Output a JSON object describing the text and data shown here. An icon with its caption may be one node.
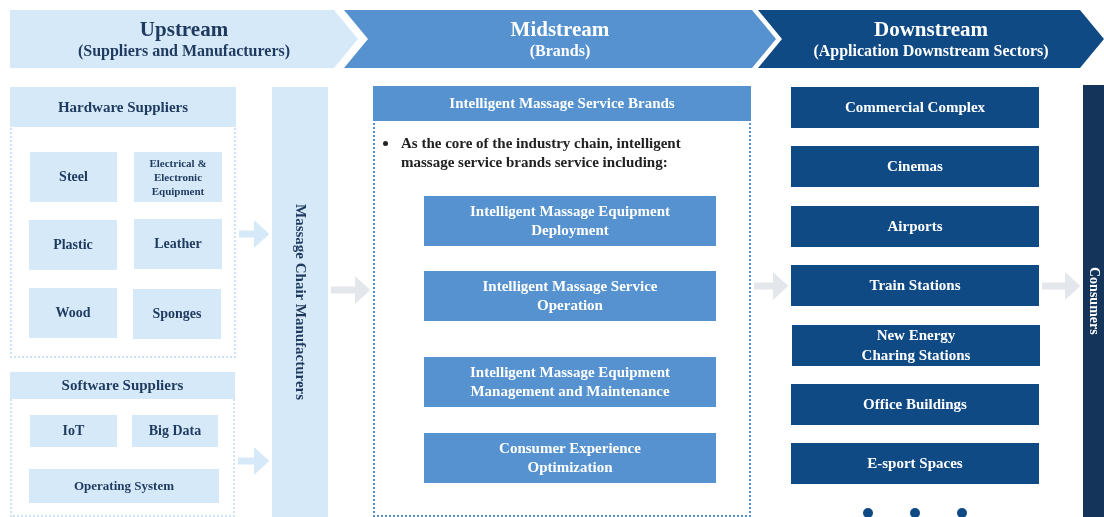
{
  "diagram": {
    "nodes": [
      {
        "text": [
          "Upstream",
          "(Suppliers and Manufacturers)"
        ]
      },
      {
        "text": [
          "Midstream",
          "(Brands)"
        ]
      },
      {
        "text": [
          "Downstream",
          "(Application Downstream Sectors)"
        ]
      },
      {
        "text": [
          "Hardware Suppliers"
        ]
      },
      {
        "text": [
          "Steel"
        ],
        "in": 3
      },
      {
        "text": [
          "Electrical & Electronic Equipment"
        ],
        "in": 3
      },
      {
        "text": [
          "Plastic"
        ],
        "in": 3
      },
      {
        "text": [
          "Leather"
        ],
        "in": 3
      },
      {
        "text": [
          "Wood"
        ],
        "in": 3
      },
      {
        "text": [
          "Sponges"
        ],
        "in": 3
      },
      {
        "text": [
          "Software Suppliers"
        ]
      },
      {
        "text": [
          "IoT"
        ],
        "in": 10
      },
      {
        "text": [
          "Big Data"
        ],
        "in": 10
      },
      {
        "text": [
          "Operating System"
        ],
        "in": 10
      },
      {
        "text": [
          "Massage Chair Manufacturers"
        ]
      },
      {
        "text": [
          "Intelligent Massage Service Brands",
          "As the core of the industry chain, intelligent massage service brands service including:"
        ]
      },
      {
        "text": [
          "Intelligent Massage Equipment Deployment"
        ],
        "in": 15
      },
      {
        "text": [
          "Intelligent Massage Service Operation"
        ],
        "in": 15
      },
      {
        "text": [
          "Intelligent Massage Equipment Management and Maintenance"
        ],
        "in": 15
      },
      {
        "text": [
          "Consumer Experience Optimization"
        ],
        "in": 15
      },
      {
        "text": [
          "Commercial Complex"
        ]
      },
      {
        "text": [
          "Cinemas"
        ]
      },
      {
        "text": [
          "Airports"
        ]
      },
      {
        "text": [
          "Train Stations"
        ]
      },
      {
        "text": [
          "New Energy Charing Stations"
        ]
      },
      {
        "text": [
          "Office Buildings"
        ]
      },
      {
        "text": [
          "E-sport Spaces"
        ]
      },
      {
        "text": [
          "Consumers"
        ]
      }
    ],
    "edges": [
      {
        "from": 3,
        "to": 14,
        "arrow": "to"
      },
      {
        "from": 10,
        "to": 14,
        "arrow": "to"
      },
      {
        "from": 14,
        "to": 15,
        "arrow": "to",
        "color": "#e3e6ea"
      },
      {
        "from": 15,
        "to": 23,
        "arrow": "to",
        "color": "#e3e6ea"
      },
      {
        "from": 23,
        "to": 27,
        "arrow": "to",
        "color": "#e3e6ea"
      }
    ]
  }
}
